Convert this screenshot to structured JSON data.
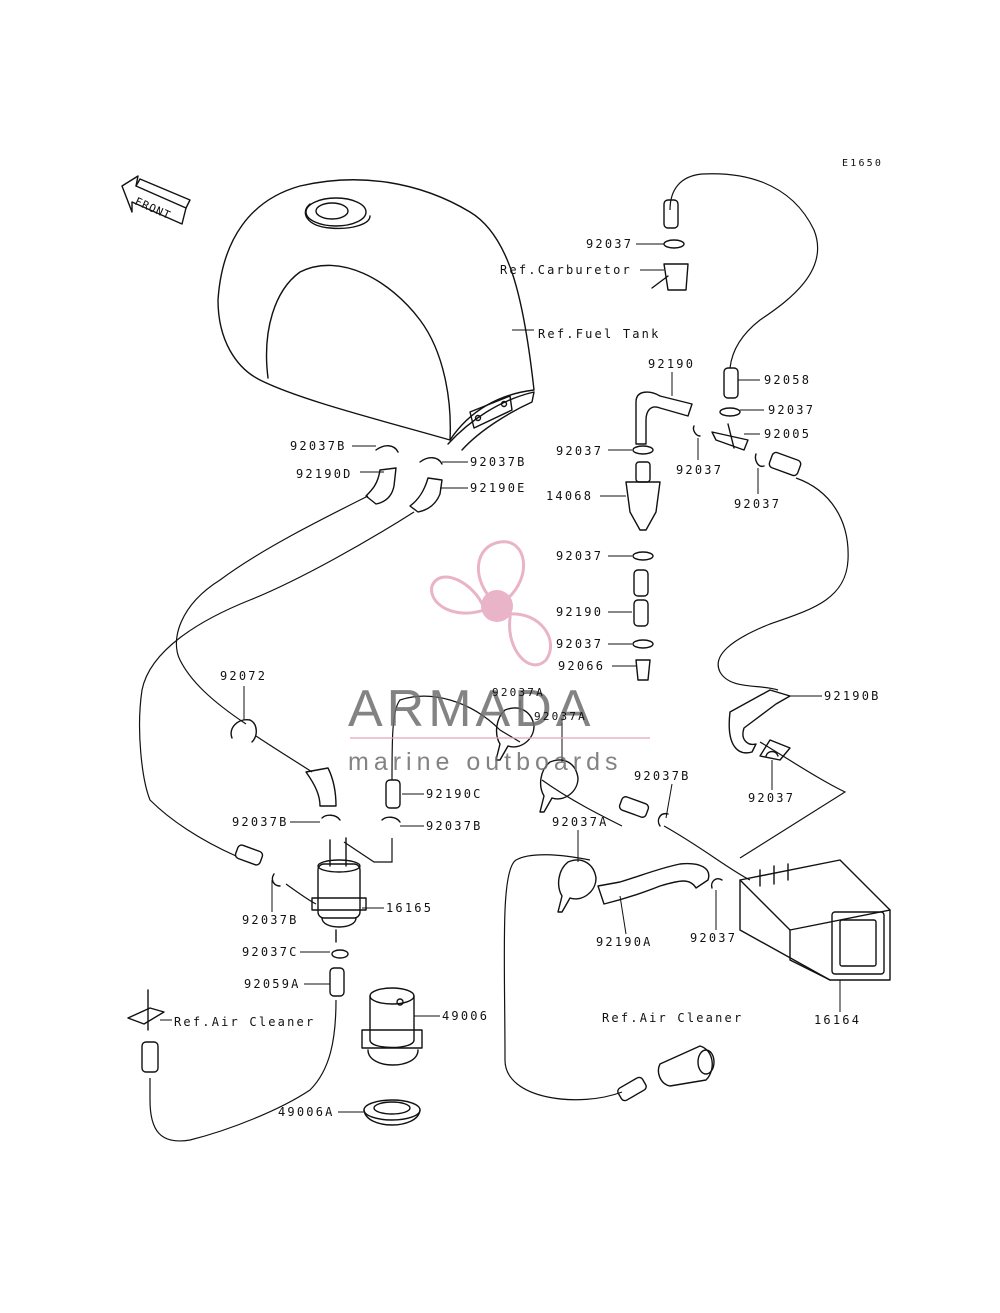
{
  "diagram_code": "E1650",
  "front_label": "FRONT",
  "watermark": {
    "brand": "ARMADA",
    "tagline": "marine outboards",
    "color": "#e6a6bf"
  },
  "labels": {
    "ref_fuel_tank": "Ref.Fuel Tank",
    "ref_carburetor": "Ref.Carburetor",
    "ref_air_cleaner_left": "Ref.Air Cleaner",
    "ref_air_cleaner_right": "Ref.Air Cleaner",
    "p92037_top": "92037",
    "p92190_top": "92190",
    "p92058": "92058",
    "p92037_a": "92037",
    "p92005": "92005",
    "p92037_left_filter": "92037",
    "p92037_mid": "92037",
    "p92037_right": "92037",
    "p14068": "14068",
    "p92037b_left": "92037B",
    "p92037b_right": "92037B",
    "p92190d": "92190D",
    "p92190e": "92190E",
    "p92037_below_filter": "92037",
    "p92190_mid": "92190",
    "p92037_lower": "92037",
    "p92066": "92066",
    "p92072": "92072",
    "p92037a_1": "92037A",
    "p92037a_2": "92037A",
    "p92190b": "92190B",
    "p92037_canister": "92037",
    "p92190c": "92190C",
    "p92037b_pump_l": "92037B",
    "p92037b_pump_r": "92037B",
    "p92037b_center": "92037B",
    "p92037a_3": "92037A",
    "p16165": "16165",
    "p92037b_pump_b": "92037B",
    "p92190a": "92190A",
    "p92037_bottom": "92037",
    "p92037c": "92037C",
    "p92059a": "92059A",
    "p49006": "49006",
    "p16164": "16164",
    "p49006a": "49006A"
  }
}
